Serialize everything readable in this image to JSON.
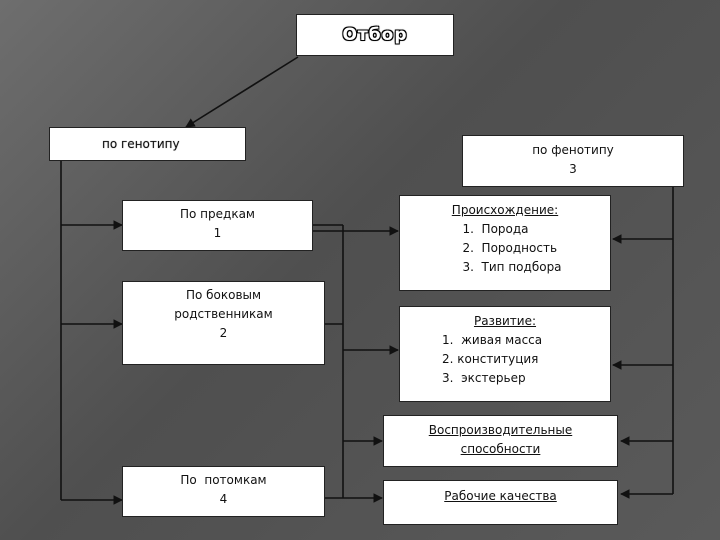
{
  "nodes": {
    "otbor": {
      "label": "Отбор"
    },
    "genotype": {
      "label": "по генотипу"
    },
    "phenotype": {
      "label": "по фенотипу",
      "number": "3"
    },
    "ancestors": {
      "label": "По предкам",
      "number": "1"
    },
    "collateral": {
      "label_line1": "По боковым",
      "label_line2": "родственникам",
      "number": "2"
    },
    "offspring": {
      "label": "По  потомкам",
      "number": "4"
    },
    "origin": {
      "heading": "Происхождение:",
      "items": [
        {
          "num": "1.",
          "text": "Порода"
        },
        {
          "num": "2.",
          "text": "Породность"
        },
        {
          "num": "3.",
          "text": "Тип подбора"
        }
      ]
    },
    "development": {
      "heading": "Развитие:",
      "items": [
        {
          "num": "1.",
          "text": "живая масса"
        },
        {
          "num": "2.",
          "text": "конституция"
        },
        {
          "num": "3.",
          "text": "экстерьер"
        }
      ]
    },
    "reproductive": {
      "label_line1": "Воспроизводительные",
      "label_line2": "способности"
    },
    "working": {
      "label": "Рабочие качества"
    }
  },
  "colors": {
    "background": "#5e5e5e",
    "box_fill": "#ffffff",
    "line": "#111111"
  }
}
